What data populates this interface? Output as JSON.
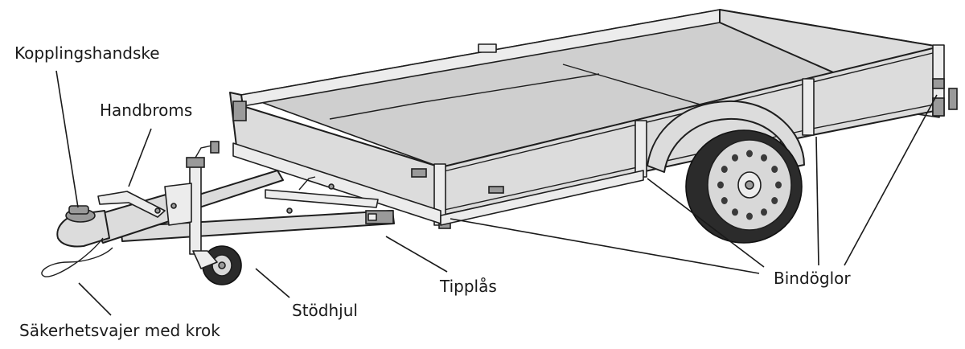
{
  "labels": {
    "kopplingshandske": "Kopplingshandske",
    "handbroms": "Handbroms",
    "sakerhetsvajer": "Säkerhetsvajer med krok",
    "stodhjul": "Stödhjul",
    "tipplas": "Tipplås",
    "bindoglor": "Bindöglor"
  }
}
